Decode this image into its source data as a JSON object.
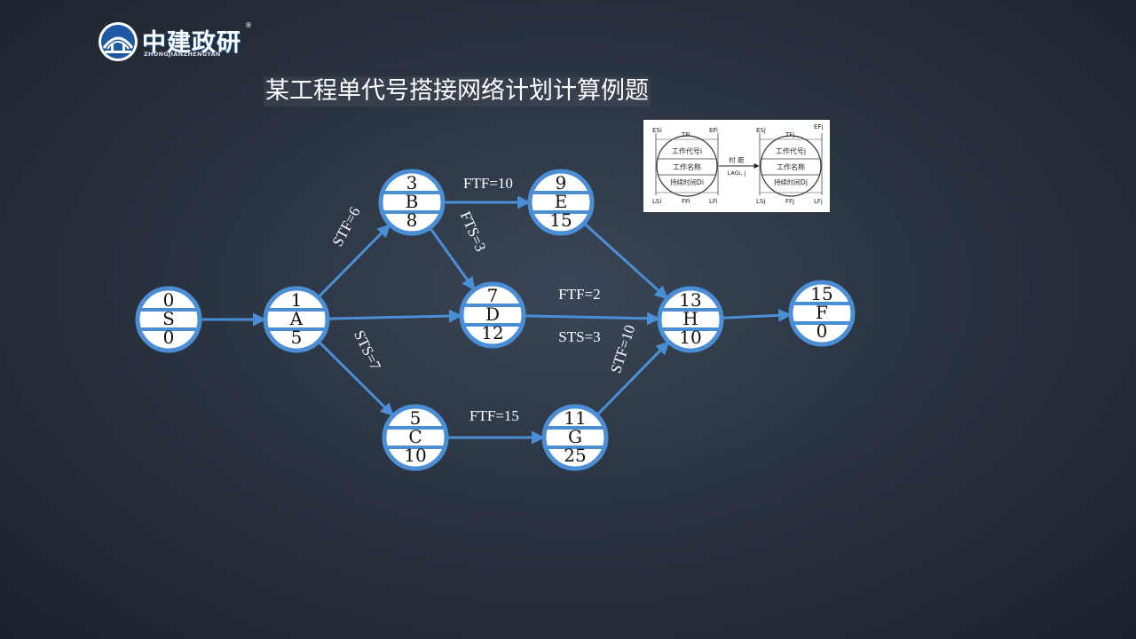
{
  "logo": {
    "name": "中建政研",
    "subtitle": "ZHONGJIANZHENGYAN",
    "reg": "®"
  },
  "title": "某工程单代号搭接网络计划计算例题",
  "colors": {
    "accent": "#4a8fd6",
    "node_fill": "#ffffff",
    "text": "#ffffff"
  },
  "nodes": [
    {
      "id": "S",
      "top": "0",
      "name": "S",
      "bottom": "0"
    },
    {
      "id": "A",
      "top": "1",
      "name": "A",
      "bottom": "5"
    },
    {
      "id": "B",
      "top": "3",
      "name": "B",
      "bottom": "8"
    },
    {
      "id": "E",
      "top": "9",
      "name": "E",
      "bottom": "15"
    },
    {
      "id": "D",
      "top": "7",
      "name": "D",
      "bottom": "12"
    },
    {
      "id": "C",
      "top": "5",
      "name": "C",
      "bottom": "10"
    },
    {
      "id": "G",
      "top": "11",
      "name": "G",
      "bottom": "25"
    },
    {
      "id": "H",
      "top": "13",
      "name": "H",
      "bottom": "10"
    },
    {
      "id": "F",
      "top": "15",
      "name": "F",
      "bottom": "0"
    }
  ],
  "edges": [
    {
      "from": "S",
      "to": "A",
      "label": ""
    },
    {
      "from": "A",
      "to": "B",
      "label": "STF=6"
    },
    {
      "from": "A",
      "to": "D",
      "label": ""
    },
    {
      "from": "A",
      "to": "C",
      "label": "STS=7"
    },
    {
      "from": "B",
      "to": "E",
      "label": "FTF=10"
    },
    {
      "from": "B",
      "to": "D",
      "label": "FTS=3"
    },
    {
      "from": "E",
      "to": "H",
      "label": ""
    },
    {
      "from": "D",
      "to": "H",
      "label": "FTF=2",
      "label2": "STS=3"
    },
    {
      "from": "C",
      "to": "G",
      "label": "FTF=15"
    },
    {
      "from": "G",
      "to": "H",
      "label": "STF=10"
    },
    {
      "from": "H",
      "to": "F",
      "label": ""
    }
  ],
  "legend": {
    "left_node": {
      "lines": [
        "工作代号i",
        "工作名称",
        "持续时间Di"
      ],
      "top_labels": [
        "ESi",
        "TFi",
        "EFi"
      ],
      "bottom_labels": [
        "LSi",
        "FFi",
        "LFi"
      ]
    },
    "right_node": {
      "lines": [
        "工作代号j",
        "工作名称",
        "持续时间Dj"
      ],
      "top_labels": [
        "ESj",
        "TFj",
        "EFj"
      ],
      "bottom_labels": [
        "LSj",
        "FFj",
        "LFj"
      ]
    },
    "arrow_top": "时 距",
    "arrow_bottom": "LAGi, j"
  }
}
